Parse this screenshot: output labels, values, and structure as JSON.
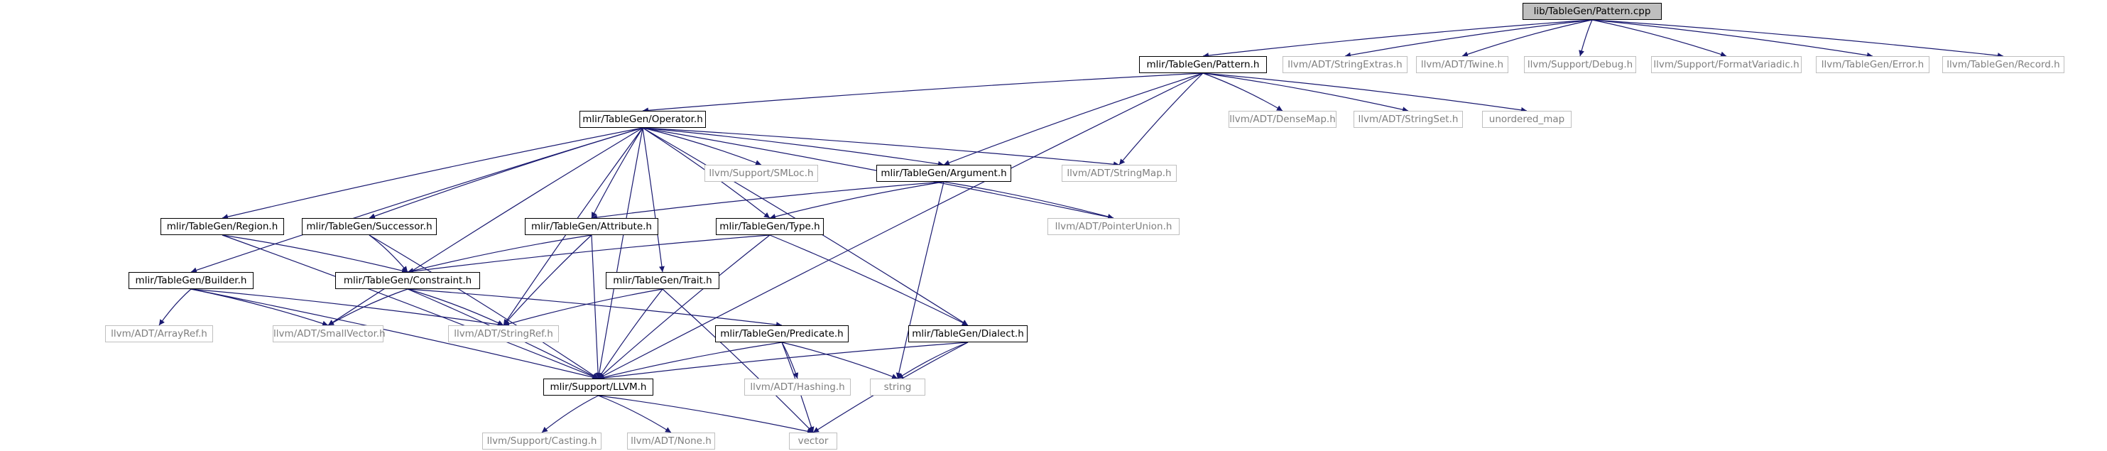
{
  "colors": {
    "edge": "#191970",
    "edge_external": "#808080",
    "root_fill": "#bfbfbf",
    "internal_border": "#000000",
    "external_border": "#bfbfbf",
    "external_text": "#7f7f7f"
  },
  "nodes": {
    "pattern_cpp": {
      "label": "lib/TableGen/Pattern.cpp",
      "kind": "root"
    },
    "pattern_h": {
      "label": "mlir/TableGen/Pattern.h",
      "kind": "internal"
    },
    "stringextras": {
      "label": "llvm/ADT/StringExtras.h",
      "kind": "external"
    },
    "twine": {
      "label": "llvm/ADT/Twine.h",
      "kind": "external"
    },
    "debug": {
      "label": "llvm/Support/Debug.h",
      "kind": "external"
    },
    "formatvariadic": {
      "label": "llvm/Support/FormatVariadic.h",
      "kind": "external"
    },
    "tg_error": {
      "label": "llvm/TableGen/Error.h",
      "kind": "external"
    },
    "tg_record": {
      "label": "llvm/TableGen/Record.h",
      "kind": "external"
    },
    "operator_h": {
      "label": "mlir/TableGen/Operator.h",
      "kind": "internal"
    },
    "densemap": {
      "label": "llvm/ADT/DenseMap.h",
      "kind": "external"
    },
    "stringset": {
      "label": "llvm/ADT/StringSet.h",
      "kind": "external"
    },
    "unordered_map": {
      "label": "unordered_map",
      "kind": "external"
    },
    "smloc": {
      "label": "llvm/Support/SMLoc.h",
      "kind": "external"
    },
    "argument_h": {
      "label": "mlir/TableGen/Argument.h",
      "kind": "internal"
    },
    "stringmap": {
      "label": "llvm/ADT/StringMap.h",
      "kind": "external"
    },
    "region_h": {
      "label": "mlir/TableGen/Region.h",
      "kind": "internal"
    },
    "successor_h": {
      "label": "mlir/TableGen/Successor.h",
      "kind": "internal"
    },
    "attribute_h": {
      "label": "mlir/TableGen/Attribute.h",
      "kind": "internal"
    },
    "type_h": {
      "label": "mlir/TableGen/Type.h",
      "kind": "internal"
    },
    "pointerunion": {
      "label": "llvm/ADT/PointerUnion.h",
      "kind": "external"
    },
    "builder_h": {
      "label": "mlir/TableGen/Builder.h",
      "kind": "internal"
    },
    "constraint_h": {
      "label": "mlir/TableGen/Constraint.h",
      "kind": "internal"
    },
    "trait_h": {
      "label": "mlir/TableGen/Trait.h",
      "kind": "internal"
    },
    "arrayref": {
      "label": "llvm/ADT/ArrayRef.h",
      "kind": "external"
    },
    "smallvector": {
      "label": "llvm/ADT/SmallVector.h",
      "kind": "external"
    },
    "stringref": {
      "label": "llvm/ADT/StringRef.h",
      "kind": "external"
    },
    "predicate_h": {
      "label": "mlir/TableGen/Predicate.h",
      "kind": "internal"
    },
    "dialect_h": {
      "label": "mlir/TableGen/Dialect.h",
      "kind": "internal"
    },
    "hashing": {
      "label": "llvm/ADT/Hashing.h",
      "kind": "external"
    },
    "string": {
      "label": "string",
      "kind": "external"
    },
    "llvm_h": {
      "label": "mlir/Support/LLVM.h",
      "kind": "internal"
    },
    "casting": {
      "label": "llvm/Support/Casting.h",
      "kind": "external"
    },
    "none": {
      "label": "llvm/ADT/None.h",
      "kind": "external"
    },
    "vector": {
      "label": "vector",
      "kind": "external"
    }
  },
  "edges": [
    [
      "pattern_cpp",
      "pattern_h"
    ],
    [
      "pattern_cpp",
      "stringextras"
    ],
    [
      "pattern_cpp",
      "twine"
    ],
    [
      "pattern_cpp",
      "debug"
    ],
    [
      "pattern_cpp",
      "formatvariadic"
    ],
    [
      "pattern_cpp",
      "tg_error"
    ],
    [
      "pattern_cpp",
      "tg_record"
    ],
    [
      "pattern_h",
      "operator_h"
    ],
    [
      "pattern_h",
      "densemap"
    ],
    [
      "pattern_h",
      "stringset"
    ],
    [
      "pattern_h",
      "unordered_map"
    ],
    [
      "pattern_h",
      "argument_h"
    ],
    [
      "pattern_h",
      "stringmap"
    ],
    [
      "pattern_h",
      "llvm_h"
    ],
    [
      "operator_h",
      "smloc"
    ],
    [
      "operator_h",
      "argument_h"
    ],
    [
      "operator_h",
      "stringmap"
    ],
    [
      "operator_h",
      "pointerunion"
    ],
    [
      "operator_h",
      "region_h"
    ],
    [
      "operator_h",
      "successor_h"
    ],
    [
      "operator_h",
      "attribute_h"
    ],
    [
      "operator_h",
      "type_h"
    ],
    [
      "operator_h",
      "builder_h"
    ],
    [
      "operator_h",
      "trait_h"
    ],
    [
      "operator_h",
      "dialect_h"
    ],
    [
      "operator_h",
      "smallvector"
    ],
    [
      "operator_h",
      "stringref"
    ],
    [
      "operator_h",
      "llvm_h"
    ],
    [
      "argument_h",
      "attribute_h"
    ],
    [
      "argument_h",
      "type_h"
    ],
    [
      "argument_h",
      "pointerunion"
    ],
    [
      "argument_h",
      "string"
    ],
    [
      "region_h",
      "constraint_h"
    ],
    [
      "region_h",
      "llvm_h"
    ],
    [
      "successor_h",
      "constraint_h"
    ],
    [
      "successor_h",
      "llvm_h"
    ],
    [
      "attribute_h",
      "constraint_h"
    ],
    [
      "attribute_h",
      "stringref"
    ],
    [
      "attribute_h",
      "llvm_h"
    ],
    [
      "type_h",
      "constraint_h"
    ],
    [
      "type_h",
      "dialect_h"
    ],
    [
      "type_h",
      "llvm_h"
    ],
    [
      "builder_h",
      "arrayref"
    ],
    [
      "builder_h",
      "smallvector"
    ],
    [
      "builder_h",
      "stringref"
    ],
    [
      "builder_h",
      "llvm_h"
    ],
    [
      "constraint_h",
      "predicate_h"
    ],
    [
      "constraint_h",
      "smallvector"
    ],
    [
      "constraint_h",
      "stringref"
    ],
    [
      "constraint_h",
      "llvm_h"
    ],
    [
      "trait_h",
      "stringref"
    ],
    [
      "trait_h",
      "llvm_h"
    ],
    [
      "trait_h",
      "vector"
    ],
    [
      "predicate_h",
      "hashing"
    ],
    [
      "predicate_h",
      "string"
    ],
    [
      "predicate_h",
      "vector"
    ],
    [
      "predicate_h",
      "llvm_h"
    ],
    [
      "dialect_h",
      "string"
    ],
    [
      "dialect_h",
      "vector"
    ],
    [
      "dialect_h",
      "llvm_h"
    ],
    [
      "llvm_h",
      "casting"
    ],
    [
      "llvm_h",
      "none"
    ],
    [
      "llvm_h",
      "vector"
    ]
  ]
}
